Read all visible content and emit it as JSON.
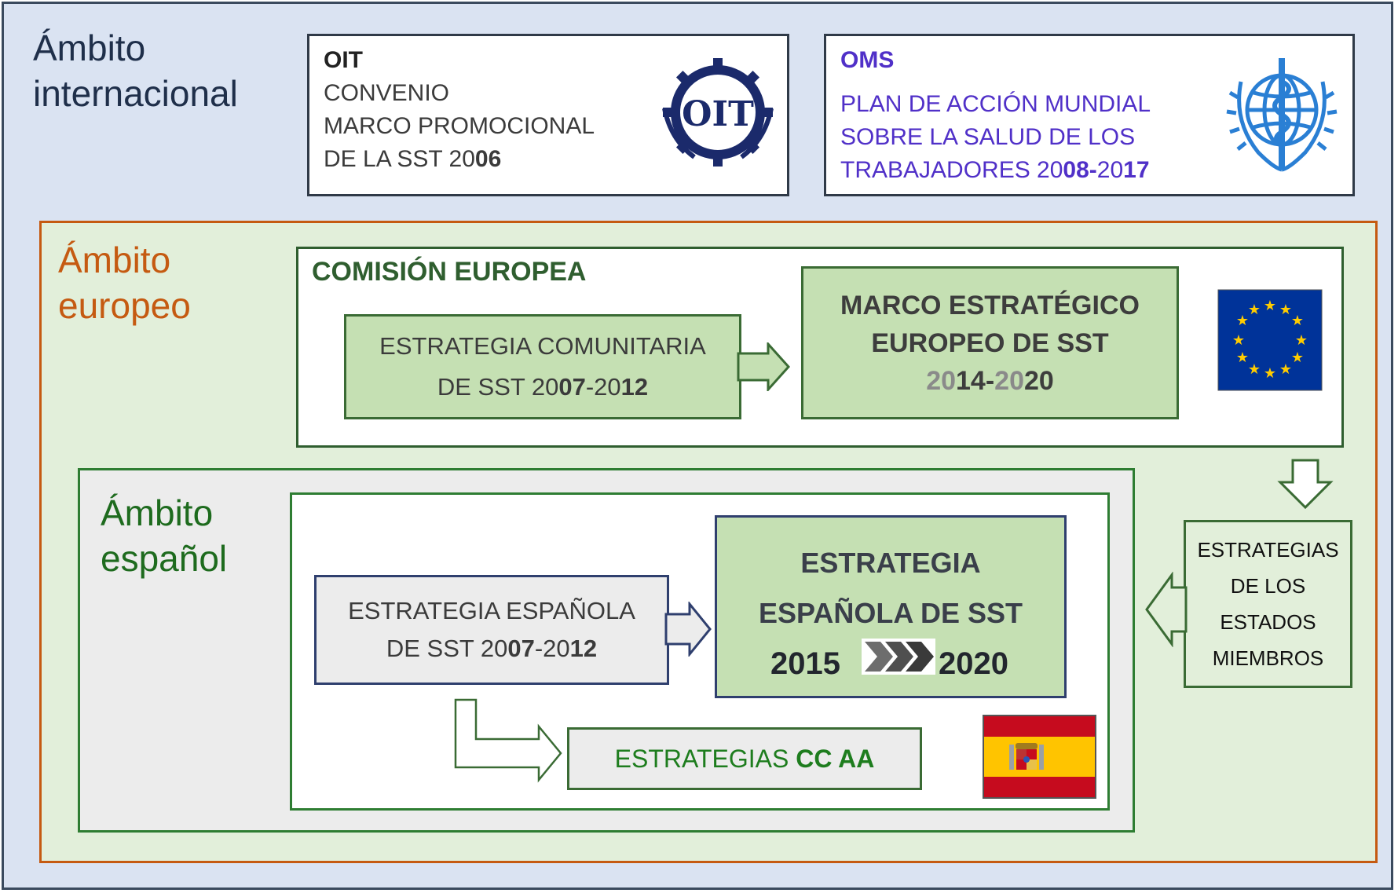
{
  "international": {
    "title_line1": "Ámbito",
    "title_line2": "internacional",
    "oit": {
      "heading": "OIT",
      "line1": "CONVENIO",
      "line2": "MARCO PROMOCIONAL",
      "line3_prefix": "DE LA SST 20",
      "line3_bold": "06",
      "logo_text": "OIT"
    },
    "oms": {
      "heading": "OMS",
      "line1": "PLAN DE ACCIÓN MUNDIAL",
      "line2": "SOBRE LA SALUD DE LOS",
      "line3_a": "TRABAJADORES 20",
      "line3_b": "08-",
      "line3_c": "20",
      "line3_d": "17"
    }
  },
  "european": {
    "title_line1": "Ámbito",
    "title_line2": "europeo",
    "commission_heading": "COMISIÓN EUROPEA",
    "strategy_old": {
      "line1": "ESTRATEGIA COMUNITARIA",
      "line2_a": "DE SST 20",
      "line2_b": "07",
      "line2_c": "-20",
      "line2_d": "12"
    },
    "framework": {
      "line1": "MARCO ESTRATÉGICO",
      "line2": "EUROPEO DE SST",
      "line3_a": "20",
      "line3_b": "14-",
      "line3_c": "20",
      "line3_d": "20"
    },
    "member_states": {
      "line1": "ESTRATEGIAS",
      "line2": "DE LOS",
      "line3": "ESTADOS",
      "line4": "MIEMBROS"
    }
  },
  "spanish": {
    "title_line1": "Ámbito",
    "title_line2": "español",
    "strategy_old": {
      "line1": "ESTRATEGIA ESPAÑOLA",
      "line2_a": "DE SST 20",
      "line2_b": "07",
      "line2_c": "-20",
      "line2_d": "12"
    },
    "strategy_new": {
      "line1": "ESTRATEGIA",
      "line2": "ESPAÑOLA DE SST",
      "year_start": "2015",
      "year_end": "2020"
    },
    "regional": {
      "prefix": "ESTRATEGIAS ",
      "bold": "CC AA"
    }
  },
  "colors": {
    "international_bg": "#dae3f2",
    "european_border": "#c55a11",
    "european_bg": "#e2efda",
    "spanish_border": "#2e7d32",
    "green_box": "#c5e0b3",
    "oms_text": "#5030c8",
    "eu_flag_blue": "#003399",
    "eu_flag_star": "#ffcc00",
    "spain_red": "#c60b1e",
    "spain_yellow": "#ffc400"
  }
}
